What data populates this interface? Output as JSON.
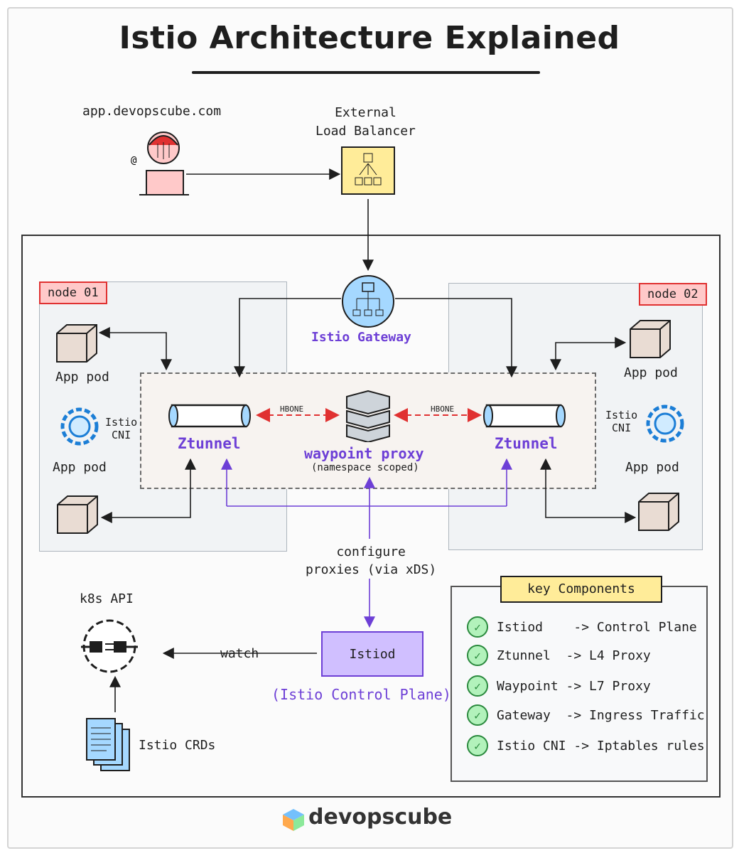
{
  "title": "Istio Architecture Explained",
  "user_url": "app.devopscube.com",
  "load_balancer": "External\nLoad Balancer",
  "gateway_label": "Istio Gateway",
  "node1": "node 01",
  "node2": "node 02",
  "app_pod": "App pod",
  "istio_cni": "Istio\nCNI",
  "ztunnel": "Ztunnel",
  "hbone": "HBONE",
  "waypoint": "waypoint proxy",
  "waypoint_sub": "(namespace scoped)",
  "configure": "configure\nproxies (via xDS)",
  "k8s_api": "k8s API",
  "watch": "watch",
  "istiod": "Istiod",
  "control_plane": "(Istio Control Plane)",
  "crds": "Istio CRDs",
  "key": {
    "title": "key Components",
    "rows": [
      "Istiod    -> Control Plane",
      "Ztunnel  -> L4 Proxy",
      "Waypoint -> L7 Proxy",
      "Gateway  -> Ingress Traffic",
      "Istio CNI -> Iptables rules"
    ]
  },
  "brand": "devopscube",
  "colors": {
    "purple": "#6d3fd6",
    "red": "#e03131",
    "yellow": "#ffec99",
    "lavender": "#d0bfff"
  }
}
